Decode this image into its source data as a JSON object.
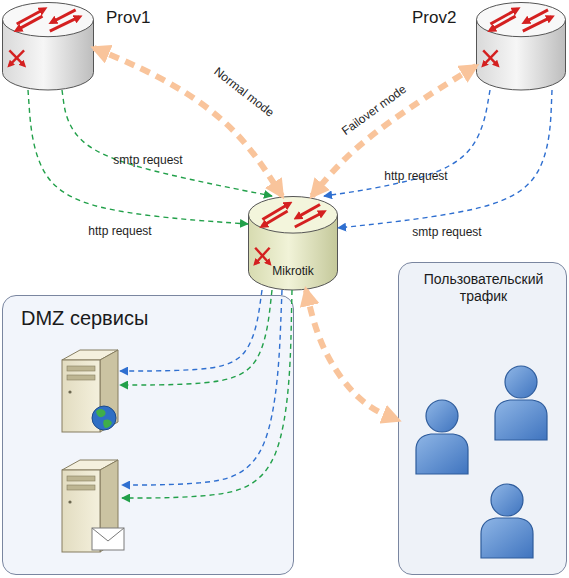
{
  "diagram": {
    "nodes": [
      {
        "text": [
          "Prov1"
        ]
      },
      {
        "text": [
          "Prov2"
        ]
      },
      {
        "text": [
          "Mikrotik"
        ]
      },
      {
        "text": [
          "DMZ сервисы"
        ]
      },
      {
        "text": [
          "Пользовательский трафик"
        ]
      }
    ],
    "edges": [
      {
        "from": 0,
        "to": 2,
        "label": "Normal mode",
        "arrow": "both"
      },
      {
        "from": 1,
        "to": 2,
        "label": "Failover mode",
        "arrow": "both"
      },
      {
        "from": 0,
        "to": 2,
        "label": "smtp request",
        "arrow": "to"
      },
      {
        "from": 0,
        "to": 2,
        "label": "http request",
        "arrow": "to"
      },
      {
        "from": 1,
        "to": 2,
        "label": "http request",
        "arrow": "to"
      },
      {
        "from": 1,
        "to": 2,
        "label": "smtp request",
        "arrow": "to"
      },
      {
        "from": 2,
        "to": 4,
        "arrow": "both"
      },
      {
        "from": 2,
        "to": 3,
        "arrow": "to"
      },
      {
        "from": 2,
        "to": 3,
        "arrow": "to"
      },
      {
        "from": 2,
        "to": 3,
        "arrow": "to"
      },
      {
        "from": 2,
        "to": 3,
        "arrow": "to"
      }
    ]
  }
}
